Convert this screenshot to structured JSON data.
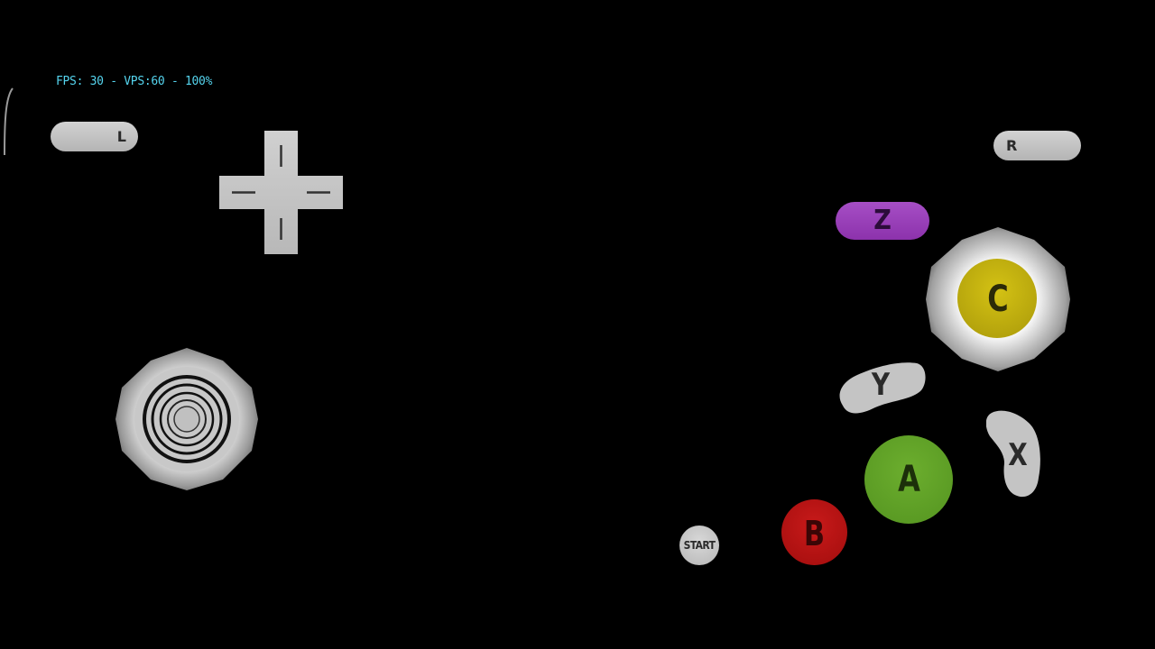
{
  "hud": {
    "fps_text": "FPS: 30 - VPS:60 - 100%"
  },
  "controls": {
    "l_label": "L",
    "r_label": "R",
    "z_label": "Z",
    "c_label": "C",
    "y_label": "Y",
    "x_label": "X",
    "a_label": "A",
    "b_label": "B",
    "start_label": "START"
  },
  "colors": {
    "background": "#000000",
    "overlay_gray": "#c4c4c4",
    "z_button": "#9a40b8",
    "c_stick": "#c5b40f",
    "a_button": "#5fa226",
    "b_button": "#b51313",
    "hud_text": "#55d4ee"
  },
  "icons": {
    "dpad": "dpad-icon",
    "main_stick": "analog-stick-icon",
    "c_stick": "c-stick-icon"
  }
}
